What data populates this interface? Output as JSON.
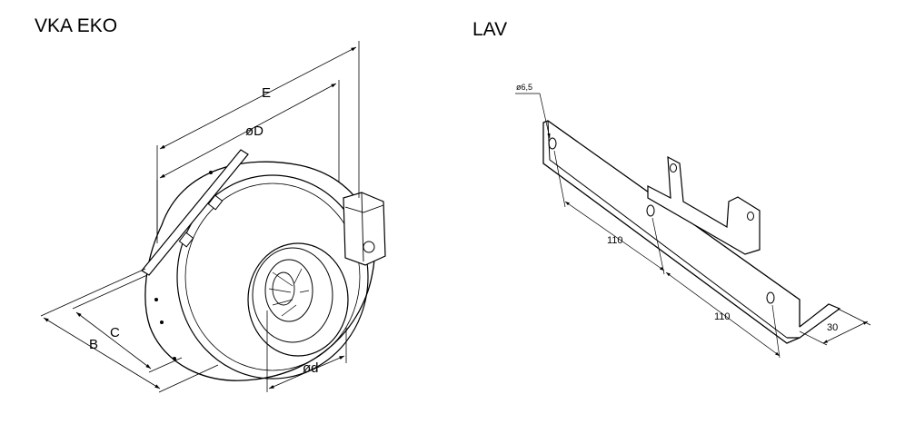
{
  "titles": {
    "fan": "VKA EKO",
    "bracket": "LAV"
  },
  "fan_dims": {
    "E": "E",
    "D": "øD",
    "C": "C",
    "B": "B",
    "d": "ød"
  },
  "bracket_dims": {
    "hole": "ø6,5",
    "spacing_1": "110",
    "spacing_2": "110",
    "width": "30"
  }
}
